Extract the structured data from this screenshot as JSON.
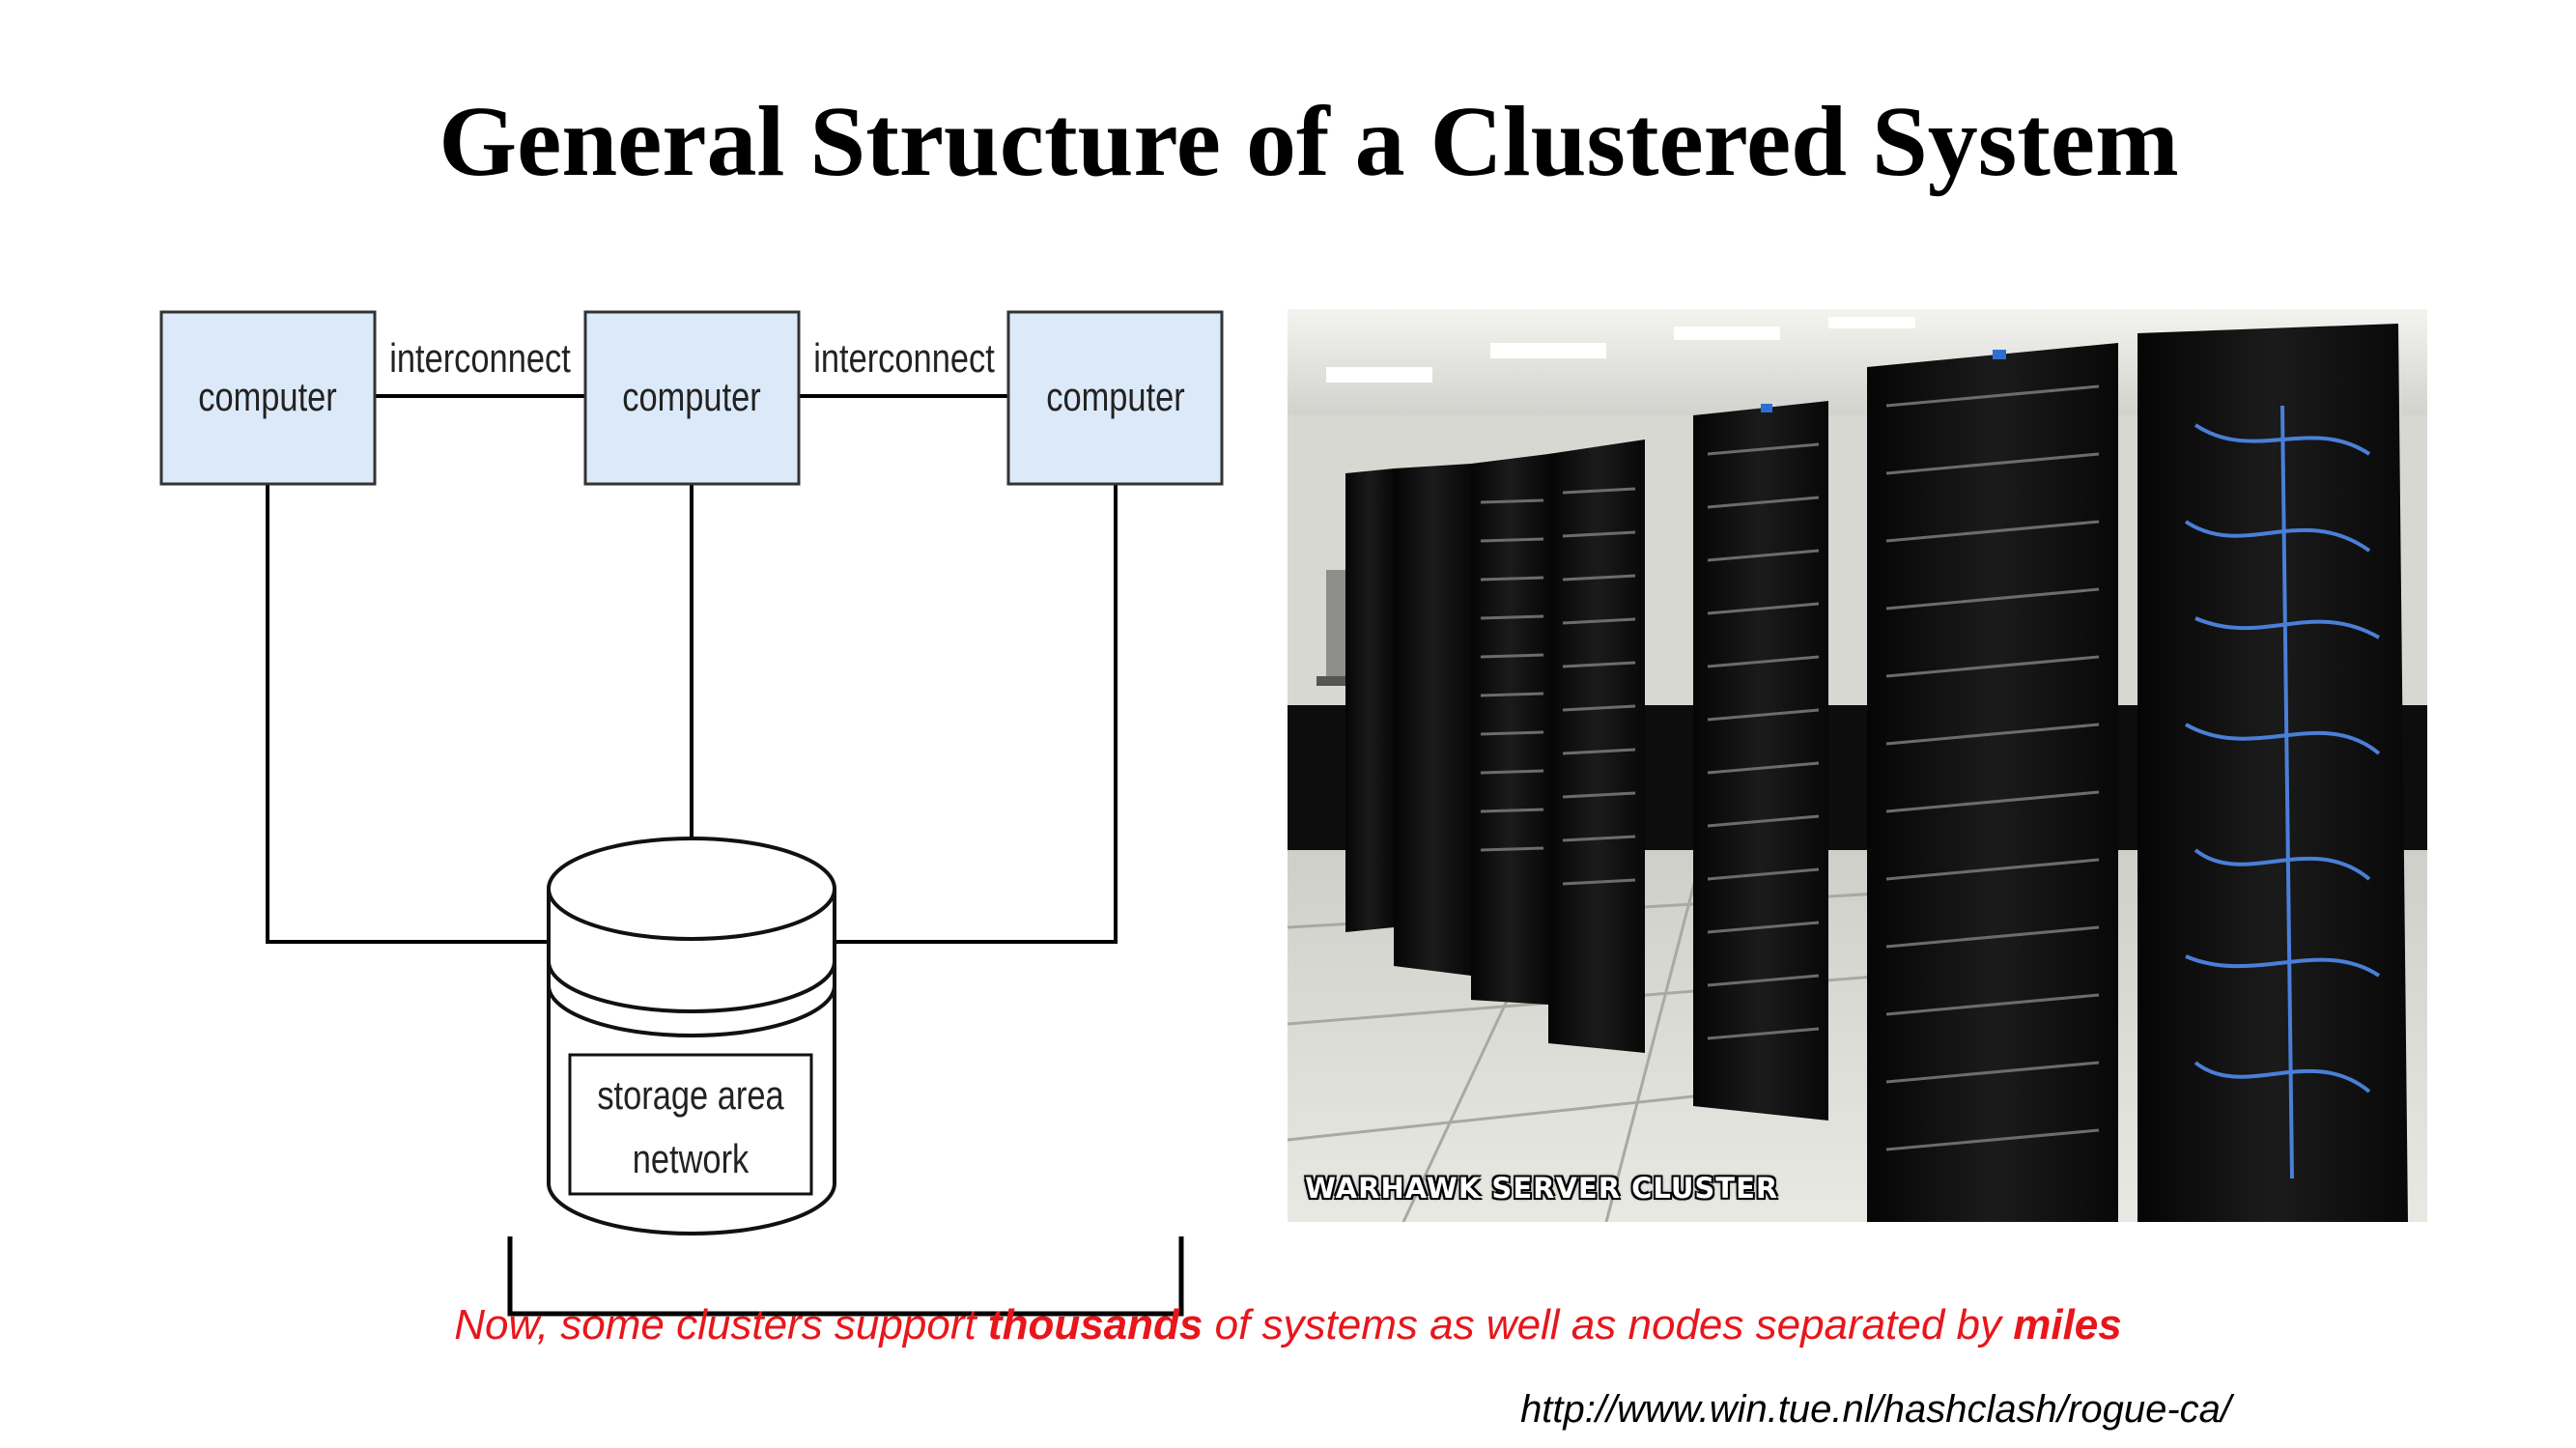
{
  "slide": {
    "title": "General Structure of a Clustered System"
  },
  "diagram": {
    "nodes": [
      {
        "label": "computer"
      },
      {
        "label": "computer"
      },
      {
        "label": "computer"
      }
    ],
    "links": [
      {
        "label": "interconnect"
      },
      {
        "label": "interconnect"
      }
    ],
    "storage": {
      "label_line1": "storage area",
      "label_line2": "network"
    },
    "colors": {
      "node_fill": "#dce9f8",
      "line": "#000000",
      "storage_fill": "#ffffff"
    }
  },
  "photo": {
    "caption": "WARHAWK SERVER CLUSTER",
    "icon": "server-rack-photo"
  },
  "footnote": {
    "part1": "Now, some clusters support ",
    "emph1": "thousands",
    "part2": " of systems as well as nodes separated by ",
    "emph2": "miles",
    "color": "#e8161b"
  },
  "source": {
    "url": "http://www.win.tue.nl/hashclash/rogue-ca/"
  }
}
